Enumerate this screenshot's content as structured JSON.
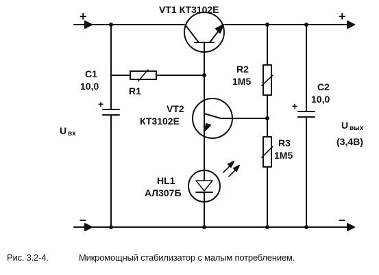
{
  "labels": {
    "vt1": "VT1 КТ3102Е",
    "c1_name": "C1",
    "c1_value": "10,0",
    "r1": "R1",
    "r2_name": "R2",
    "r2_value": "1М5",
    "r3_name": "R3",
    "r3_value": "1М5",
    "c2_name": "C2",
    "c2_value": "10,0",
    "vt2_name": "VT2",
    "vt2_type": "КТ3102Е",
    "hl1_name": "HL1",
    "hl1_type": "АЛ307Б",
    "u_in": "U",
    "u_in_sub": "вх",
    "u_out": "U",
    "u_out_sub": "вых",
    "u_out_value": "(3,4В)",
    "plus": "+",
    "minus": "–"
  },
  "caption": {
    "figure": "Рис. 3.2-4.",
    "text": "Микромощный стабилизатор с малым потреблением."
  }
}
